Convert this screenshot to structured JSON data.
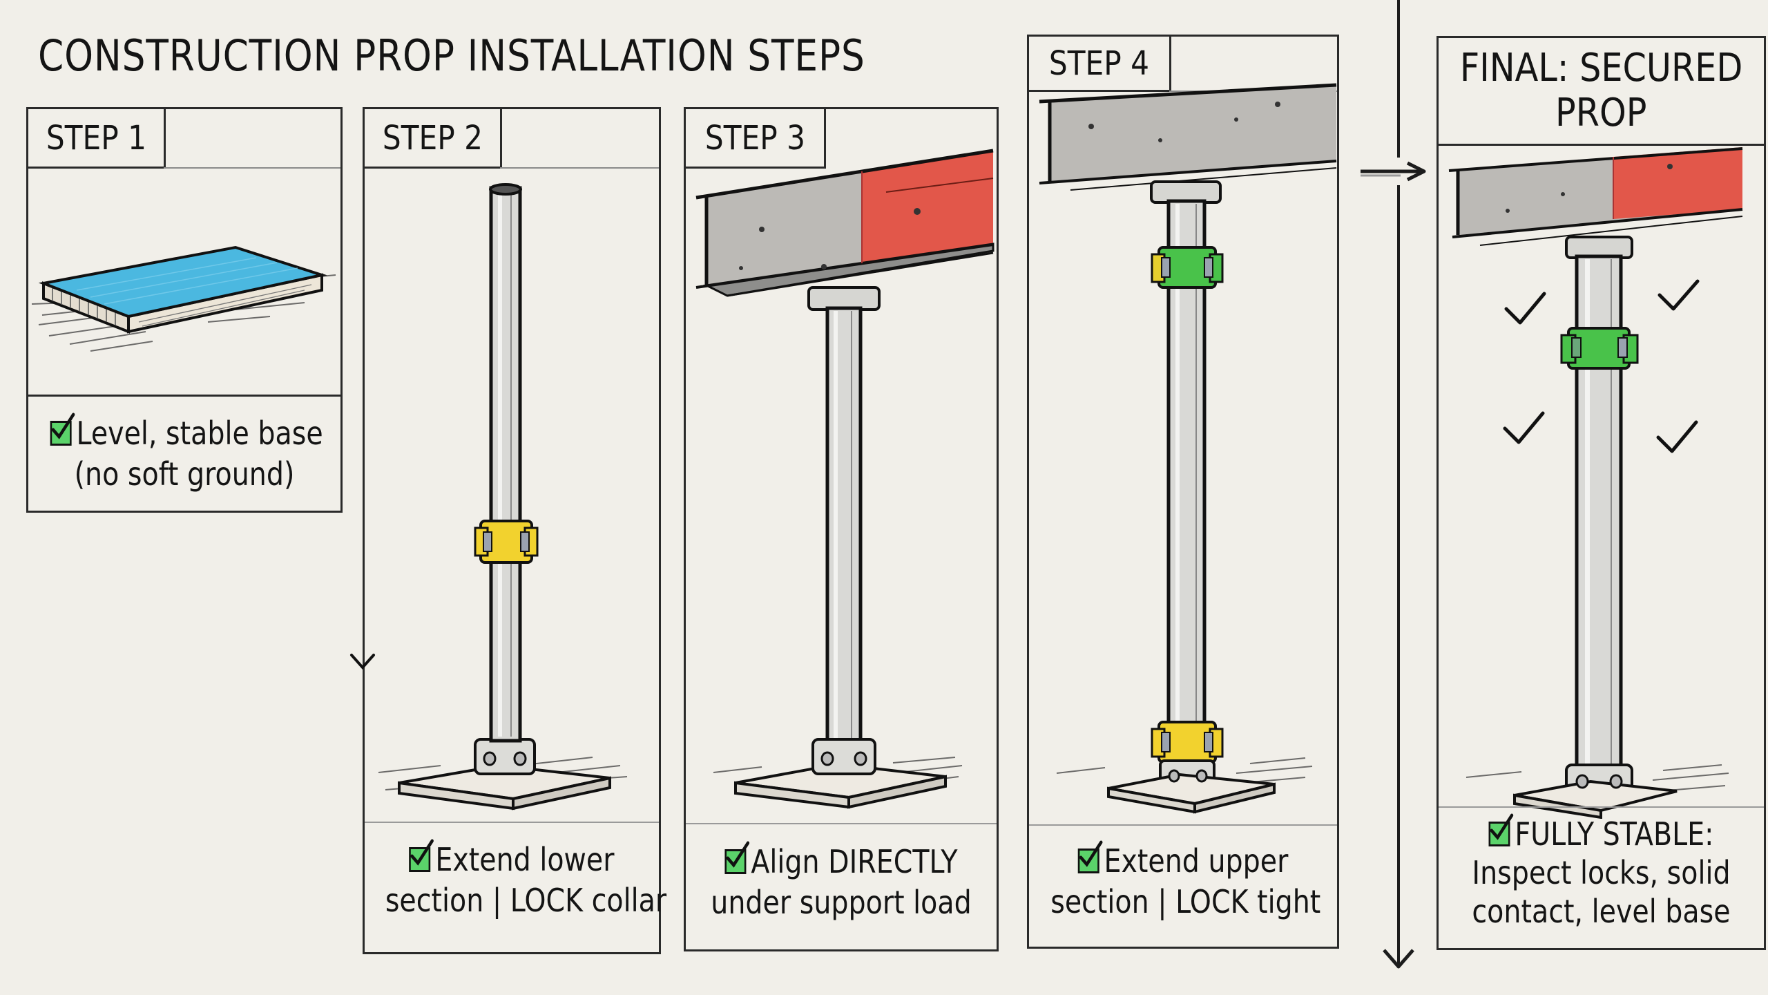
{
  "title": "CONSTRUCTION PROP INSTALLATION STEPS",
  "colors": {
    "background": "#f1efe9",
    "ink": "#141414",
    "base_plate_blue": "#4bb8e0",
    "check_green": "#5bd36a",
    "collar_yellow": "#f2d22e",
    "collar_green": "#49c24a",
    "beam_concrete": "#b9b7b3",
    "beam_red": "#e2574a",
    "steel": "#d9d9d6"
  },
  "steps": [
    {
      "label": "STEP 1",
      "illustration": "blue-base-board",
      "check_icon": "checkbox-checked-icon",
      "caption_lines": [
        "Level, stable base",
        "(no soft ground)"
      ]
    },
    {
      "label": "STEP 2",
      "illustration": "prop-with-yellow-collar",
      "check_icon": "checkbox-checked-icon",
      "caption_lines": [
        "Extend lower",
        "section | LOCK collar"
      ]
    },
    {
      "label": "STEP 3",
      "illustration": "prop-under-beam",
      "check_icon": "checkbox-checked-icon",
      "caption_lines": [
        "Align DIRECTLY",
        "under support load"
      ]
    },
    {
      "label": "STEP 4",
      "illustration": "prop-green-yellow-collars-under-beam",
      "check_icon": "checkbox-checked-icon",
      "caption_lines": [
        "Extend upper",
        "section | LOCK tight"
      ]
    }
  ],
  "final": {
    "label_lines": [
      "FINAL: SECURED",
      "PROP"
    ],
    "illustration": "secured-prop-with-checkmarks",
    "check_icon": "checkbox-checked-icon",
    "caption_lines": [
      "FULLY STABLE:",
      "Inspect locks, solid",
      "contact, level base"
    ],
    "checkmark_count": 4
  },
  "connectors": {
    "step2_down_arrow": "arrow-down-icon",
    "divider_right_arrow": "arrow-right-icon",
    "divider_down_arrow": "arrow-down-icon"
  }
}
